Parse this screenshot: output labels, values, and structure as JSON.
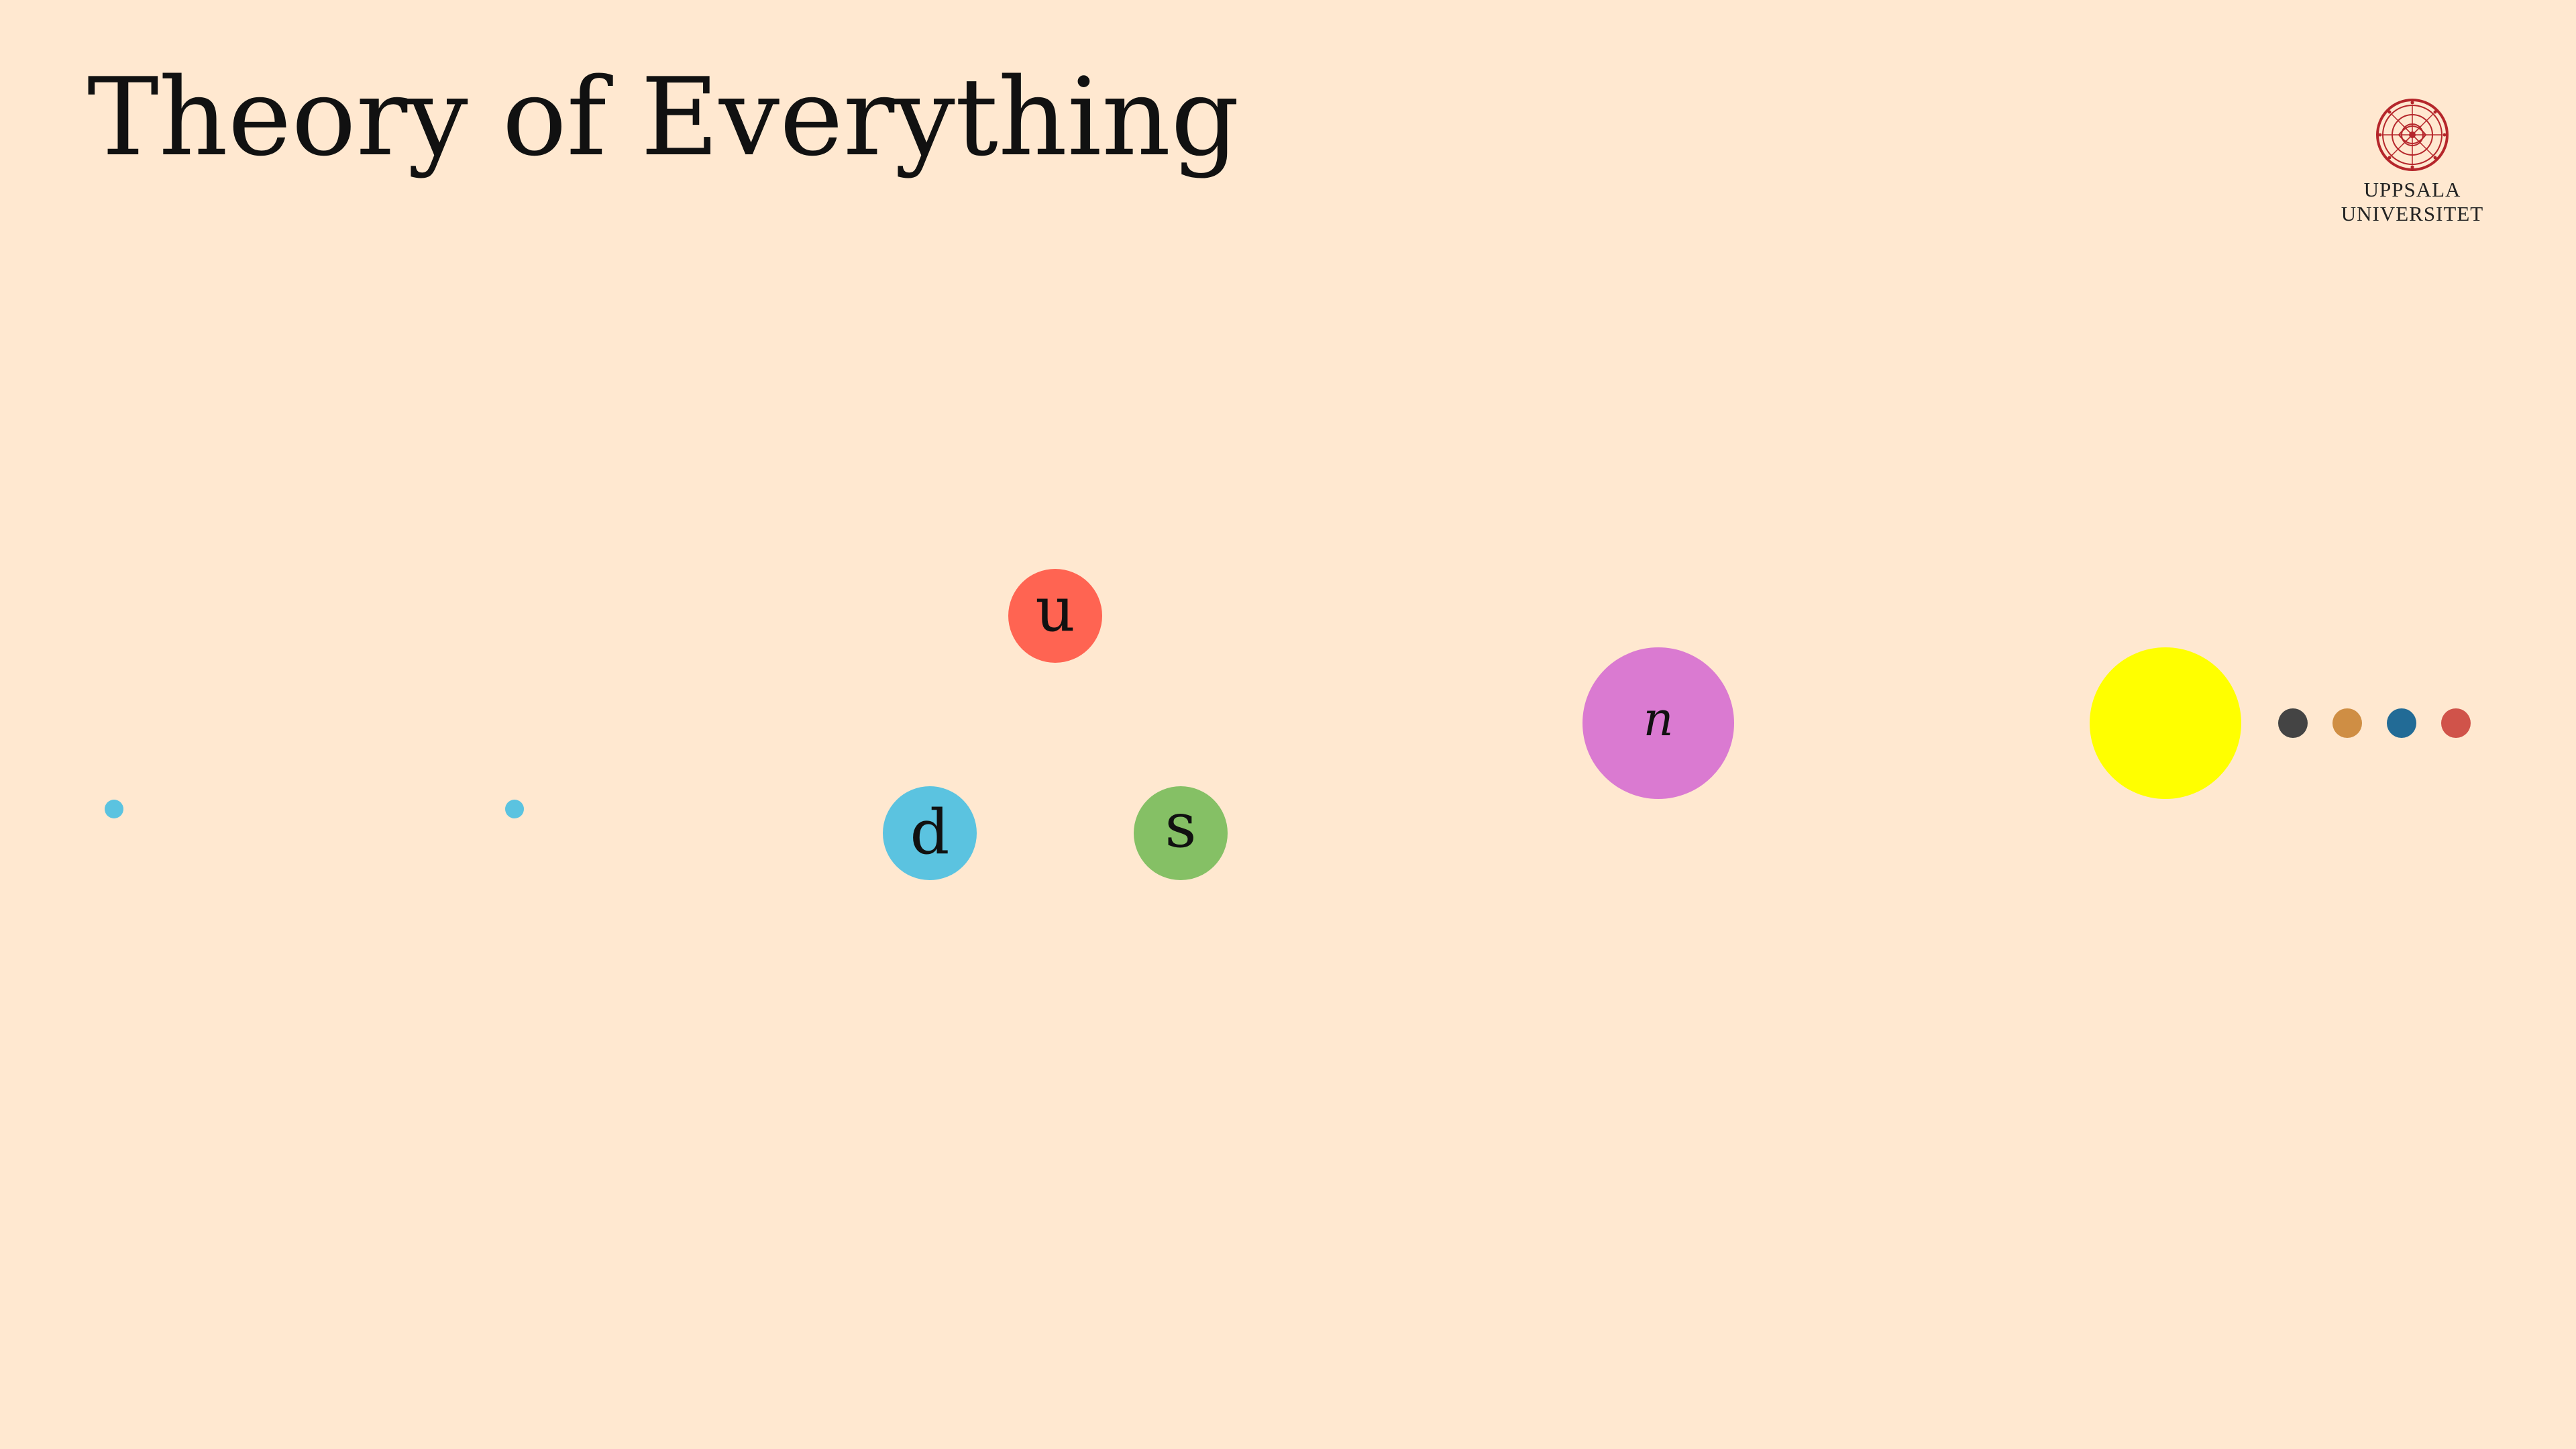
{
  "slide": {
    "title": "Theory of Everything"
  },
  "logo": {
    "line1": "UPPSALA",
    "line2": "UNIVERSITET",
    "color": "#B5262B"
  },
  "background_color": "#FFE8D0",
  "particles": [
    {
      "id": "small-dot-1",
      "label": "",
      "color": "#5BC3E0",
      "size": "tiny"
    },
    {
      "id": "small-dot-2",
      "label": "",
      "color": "#5BC3E0",
      "size": "tiny"
    },
    {
      "id": "u-quark",
      "label": "u",
      "color": "#FF6452",
      "size": "medium"
    },
    {
      "id": "d-quark",
      "label": "d",
      "color": "#5BC3E0",
      "size": "medium"
    },
    {
      "id": "s-quark",
      "label": "s",
      "color": "#85C065",
      "size": "medium"
    },
    {
      "id": "n-particle",
      "label": "n",
      "label_style": "italic",
      "color": "#DA7AD1",
      "size": "large"
    },
    {
      "id": "yellow-circle",
      "label": "",
      "color": "#FFFF00",
      "size": "large"
    },
    {
      "id": "dark-dot",
      "label": "",
      "color": "#444444",
      "size": "small"
    },
    {
      "id": "orange-dot",
      "label": "",
      "color": "#CF8E44",
      "size": "small"
    },
    {
      "id": "blue-dot",
      "label": "",
      "color": "#226B96",
      "size": "small"
    },
    {
      "id": "red-dot",
      "label": "",
      "color": "#D0534A",
      "size": "small"
    }
  ]
}
